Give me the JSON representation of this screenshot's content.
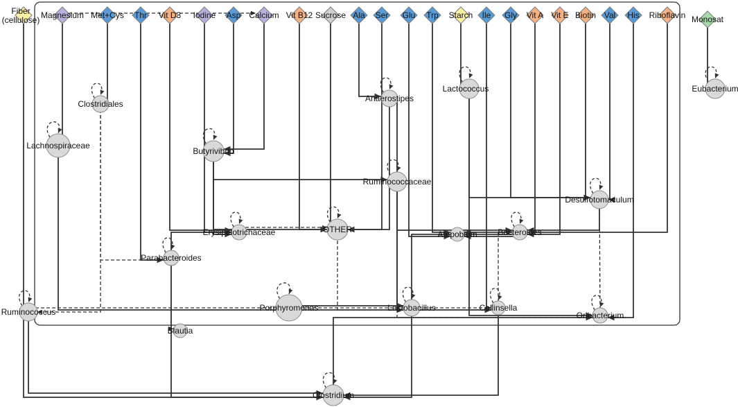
{
  "diagram": {
    "nutrients": [
      {
        "id": "fiber",
        "lines": [
          "Fiber",
          "(cellulose)"
        ],
        "color": "#fff3a8"
      },
      {
        "id": "magnesium",
        "lines": [
          "Magnesium"
        ],
        "color": "#b7b2dd"
      },
      {
        "id": "metcys",
        "lines": [
          "Met+Cys"
        ],
        "color": "#5b9bd5"
      },
      {
        "id": "thr",
        "lines": [
          "Thr"
        ],
        "color": "#5b9bd5"
      },
      {
        "id": "vitd3",
        "lines": [
          "Vit D3"
        ],
        "color": "#f4b183"
      },
      {
        "id": "iodine",
        "lines": [
          "Iodine"
        ],
        "color": "#b7b2dd"
      },
      {
        "id": "asp",
        "lines": [
          "Asp"
        ],
        "color": "#5b9bd5"
      },
      {
        "id": "calcium",
        "lines": [
          "Calcium"
        ],
        "color": "#b7b2dd"
      },
      {
        "id": "vitb12",
        "lines": [
          "Vit B12"
        ],
        "color": "#f4b183"
      },
      {
        "id": "sucrose",
        "lines": [
          "Sucrose"
        ],
        "color": "#d0d0d0"
      },
      {
        "id": "ala",
        "lines": [
          "Ala"
        ],
        "color": "#5b9bd5"
      },
      {
        "id": "ser",
        "lines": [
          "Ser"
        ],
        "color": "#5b9bd5"
      },
      {
        "id": "glu",
        "lines": [
          "Glu"
        ],
        "color": "#5b9bd5"
      },
      {
        "id": "trp",
        "lines": [
          "Trp"
        ],
        "color": "#5b9bd5"
      },
      {
        "id": "starch",
        "lines": [
          "Starch"
        ],
        "color": "#fff3a8"
      },
      {
        "id": "ile",
        "lines": [
          "Ile"
        ],
        "color": "#5b9bd5"
      },
      {
        "id": "gly",
        "lines": [
          "Gly"
        ],
        "color": "#5b9bd5"
      },
      {
        "id": "vita",
        "lines": [
          "Vit A"
        ],
        "color": "#f4b183"
      },
      {
        "id": "vite",
        "lines": [
          "Vit E"
        ],
        "color": "#f4b183"
      },
      {
        "id": "biotin",
        "lines": [
          "Biotin"
        ],
        "color": "#f4b183"
      },
      {
        "id": "val",
        "lines": [
          "Val"
        ],
        "color": "#5b9bd5"
      },
      {
        "id": "his",
        "lines": [
          "His"
        ],
        "color": "#5b9bd5"
      },
      {
        "id": "riboflavin",
        "lines": [
          "Riboflavin"
        ],
        "color": "#f4b183"
      },
      {
        "id": "monosat",
        "lines": [
          "Monosat"
        ],
        "color": "#a8d8a8"
      }
    ],
    "taxa": [
      {
        "id": "lactococcus",
        "label": "Lactococcus"
      },
      {
        "id": "eubacterium",
        "label": "Eubacterium"
      },
      {
        "id": "clostridiales",
        "label": "Clostridiales"
      },
      {
        "id": "anaerostipes",
        "label": "Anaerostipes"
      },
      {
        "id": "lachnospiraceae",
        "label": "Lachnospiraceae"
      },
      {
        "id": "butyrivibrio",
        "label": "Butyrivibrio"
      },
      {
        "id": "ruminococcaceae",
        "label": "Ruminococcaceae"
      },
      {
        "id": "desulfotomaculum",
        "label": "Desulfotomaculum"
      },
      {
        "id": "other",
        "label": "OTHER"
      },
      {
        "id": "erysipelotrichaceae",
        "label": "Erysipelotrichaceae"
      },
      {
        "id": "atopobium",
        "label": "Atopobium"
      },
      {
        "id": "bacteroides",
        "label": "Bacteroides"
      },
      {
        "id": "parabacteroides",
        "label": "Parabacteroides"
      },
      {
        "id": "ruminococcus",
        "label": "Ruminococcus"
      },
      {
        "id": "porphyromonas",
        "label": "Porphyromonas"
      },
      {
        "id": "lactobacillus",
        "label": "Lactobacillus"
      },
      {
        "id": "collinsella",
        "label": "Collinsella"
      },
      {
        "id": "oribacterium",
        "label": "Oribacterium"
      },
      {
        "id": "blautia",
        "label": "Blautia"
      },
      {
        "id": "clostridium",
        "label": "Clostridium"
      }
    ],
    "colors": {
      "edge": "#333333",
      "node_fill": "#d9d9d9",
      "node_stroke": "#8c8c8c",
      "text": "#111111"
    },
    "edges": [
      [
        "magnesium",
        "lachnospiraceae",
        "solid"
      ],
      [
        "metcys",
        "clostridiales",
        "solid"
      ],
      [
        "thr",
        "parabacteroides",
        "solid"
      ],
      [
        "vitd3",
        "erysipelotrichaceae",
        "solid"
      ],
      [
        "iodine",
        "erysipelotrichaceae",
        "solid"
      ],
      [
        "asp",
        "butyrivibrio",
        "solid"
      ],
      [
        "calcium",
        "butyrivibrio",
        "solid"
      ],
      [
        "vitb12",
        "other",
        "solid"
      ],
      [
        "sucrose",
        "other",
        "solid"
      ],
      [
        "ala",
        "anaerostipes",
        "solid"
      ],
      [
        "ser",
        "other",
        "solid"
      ],
      [
        "glu",
        "atopobium",
        "solid"
      ],
      [
        "trp",
        "atopobium",
        "solid"
      ],
      [
        "starch",
        "lactococcus",
        "solid"
      ],
      [
        "ile",
        "collinsella",
        "solid"
      ],
      [
        "gly",
        "desulfotomaculum",
        "solid"
      ],
      [
        "vita",
        "atopobium",
        "solid"
      ],
      [
        "vite",
        "bacteroides",
        "solid"
      ],
      [
        "biotin",
        "desulfotomaculum",
        "solid"
      ],
      [
        "val",
        "desulfotomaculum",
        "solid"
      ],
      [
        "his",
        "oribacterium",
        "solid"
      ],
      [
        "riboflavin",
        "atopobium",
        "solid"
      ],
      [
        "monosat",
        "eubacterium",
        "solid"
      ],
      [
        "fiber",
        "clostridium",
        "solid"
      ],
      [
        "lactococcus",
        "desulfotomaculum",
        "solid"
      ],
      [
        "lactococcus",
        "oribacterium",
        "solid"
      ],
      [
        "butyrivibrio",
        "erysipelotrichaceae",
        "solid"
      ],
      [
        "butyrivibrio",
        "ruminococcaceae",
        "solid"
      ],
      [
        "butyrivibrio",
        "other",
        "solid"
      ],
      [
        "lachnospiraceae",
        "lactobacillus",
        "solid"
      ],
      [
        "ruminococcaceae",
        "bacteroides",
        "solid"
      ],
      [
        "ruminococcaceae",
        "anaerostipes",
        "solid"
      ],
      [
        "ruminococcaceae",
        "collinsella",
        "solid"
      ],
      [
        "ruminococcaceae",
        "lactobacillus",
        "solid"
      ],
      [
        "parabacteroides",
        "erysipelotrichaceae",
        "solid"
      ],
      [
        "parabacteroides",
        "clostridium",
        "solid"
      ],
      [
        "porphyromonas",
        "lactobacillus",
        "solid"
      ],
      [
        "lactobacillus",
        "atopobium",
        "solid"
      ],
      [
        "lactobacillus",
        "clostridium",
        "solid"
      ],
      [
        "ruminococcus",
        "clostridium",
        "solid"
      ],
      [
        "collinsella",
        "clostridium",
        "solid"
      ],
      [
        "clostridium",
        "oribacterium",
        "solid"
      ],
      [
        "desulfotomaculum",
        "bacteroides",
        "solid"
      ],
      [
        "anaerostipes",
        "other",
        "solid"
      ],
      [
        "bacteroides",
        "atopobium",
        "solid"
      ],
      [
        "erysipelotrichaceae",
        "other",
        "dashed"
      ],
      [
        "clostridiales",
        "ruminococcus",
        "dashed"
      ],
      [
        "clostridiales",
        "parabacteroides",
        "dashed"
      ],
      [
        "parabacteroides",
        "blautia",
        "dashed"
      ],
      [
        "ruminococcus",
        "collinsella",
        "dashed"
      ],
      [
        "other",
        "lactobacillus",
        "dashed"
      ],
      [
        "oribacterium",
        "desulfotomaculum",
        "dashed"
      ],
      [
        "collinsella",
        "bacteroides",
        "dashed"
      ],
      [
        "ruminococcaceae",
        "oribacterium",
        "dashed"
      ],
      [
        "magnesium",
        "calcium",
        "dashed"
      ]
    ],
    "self_loops": [
      "lactococcus",
      "eubacterium",
      "clostridiales",
      "anaerostipes",
      "lachnospiraceae",
      "butyrivibrio",
      "ruminococcaceae",
      "desulfotomaculum",
      "other",
      "erysipelotrichaceae",
      "bacteroides",
      "parabacteroides",
      "ruminococcus",
      "porphyromonas",
      "lactobacillus",
      "collinsella",
      "oribacterium",
      "clostridium"
    ]
  }
}
